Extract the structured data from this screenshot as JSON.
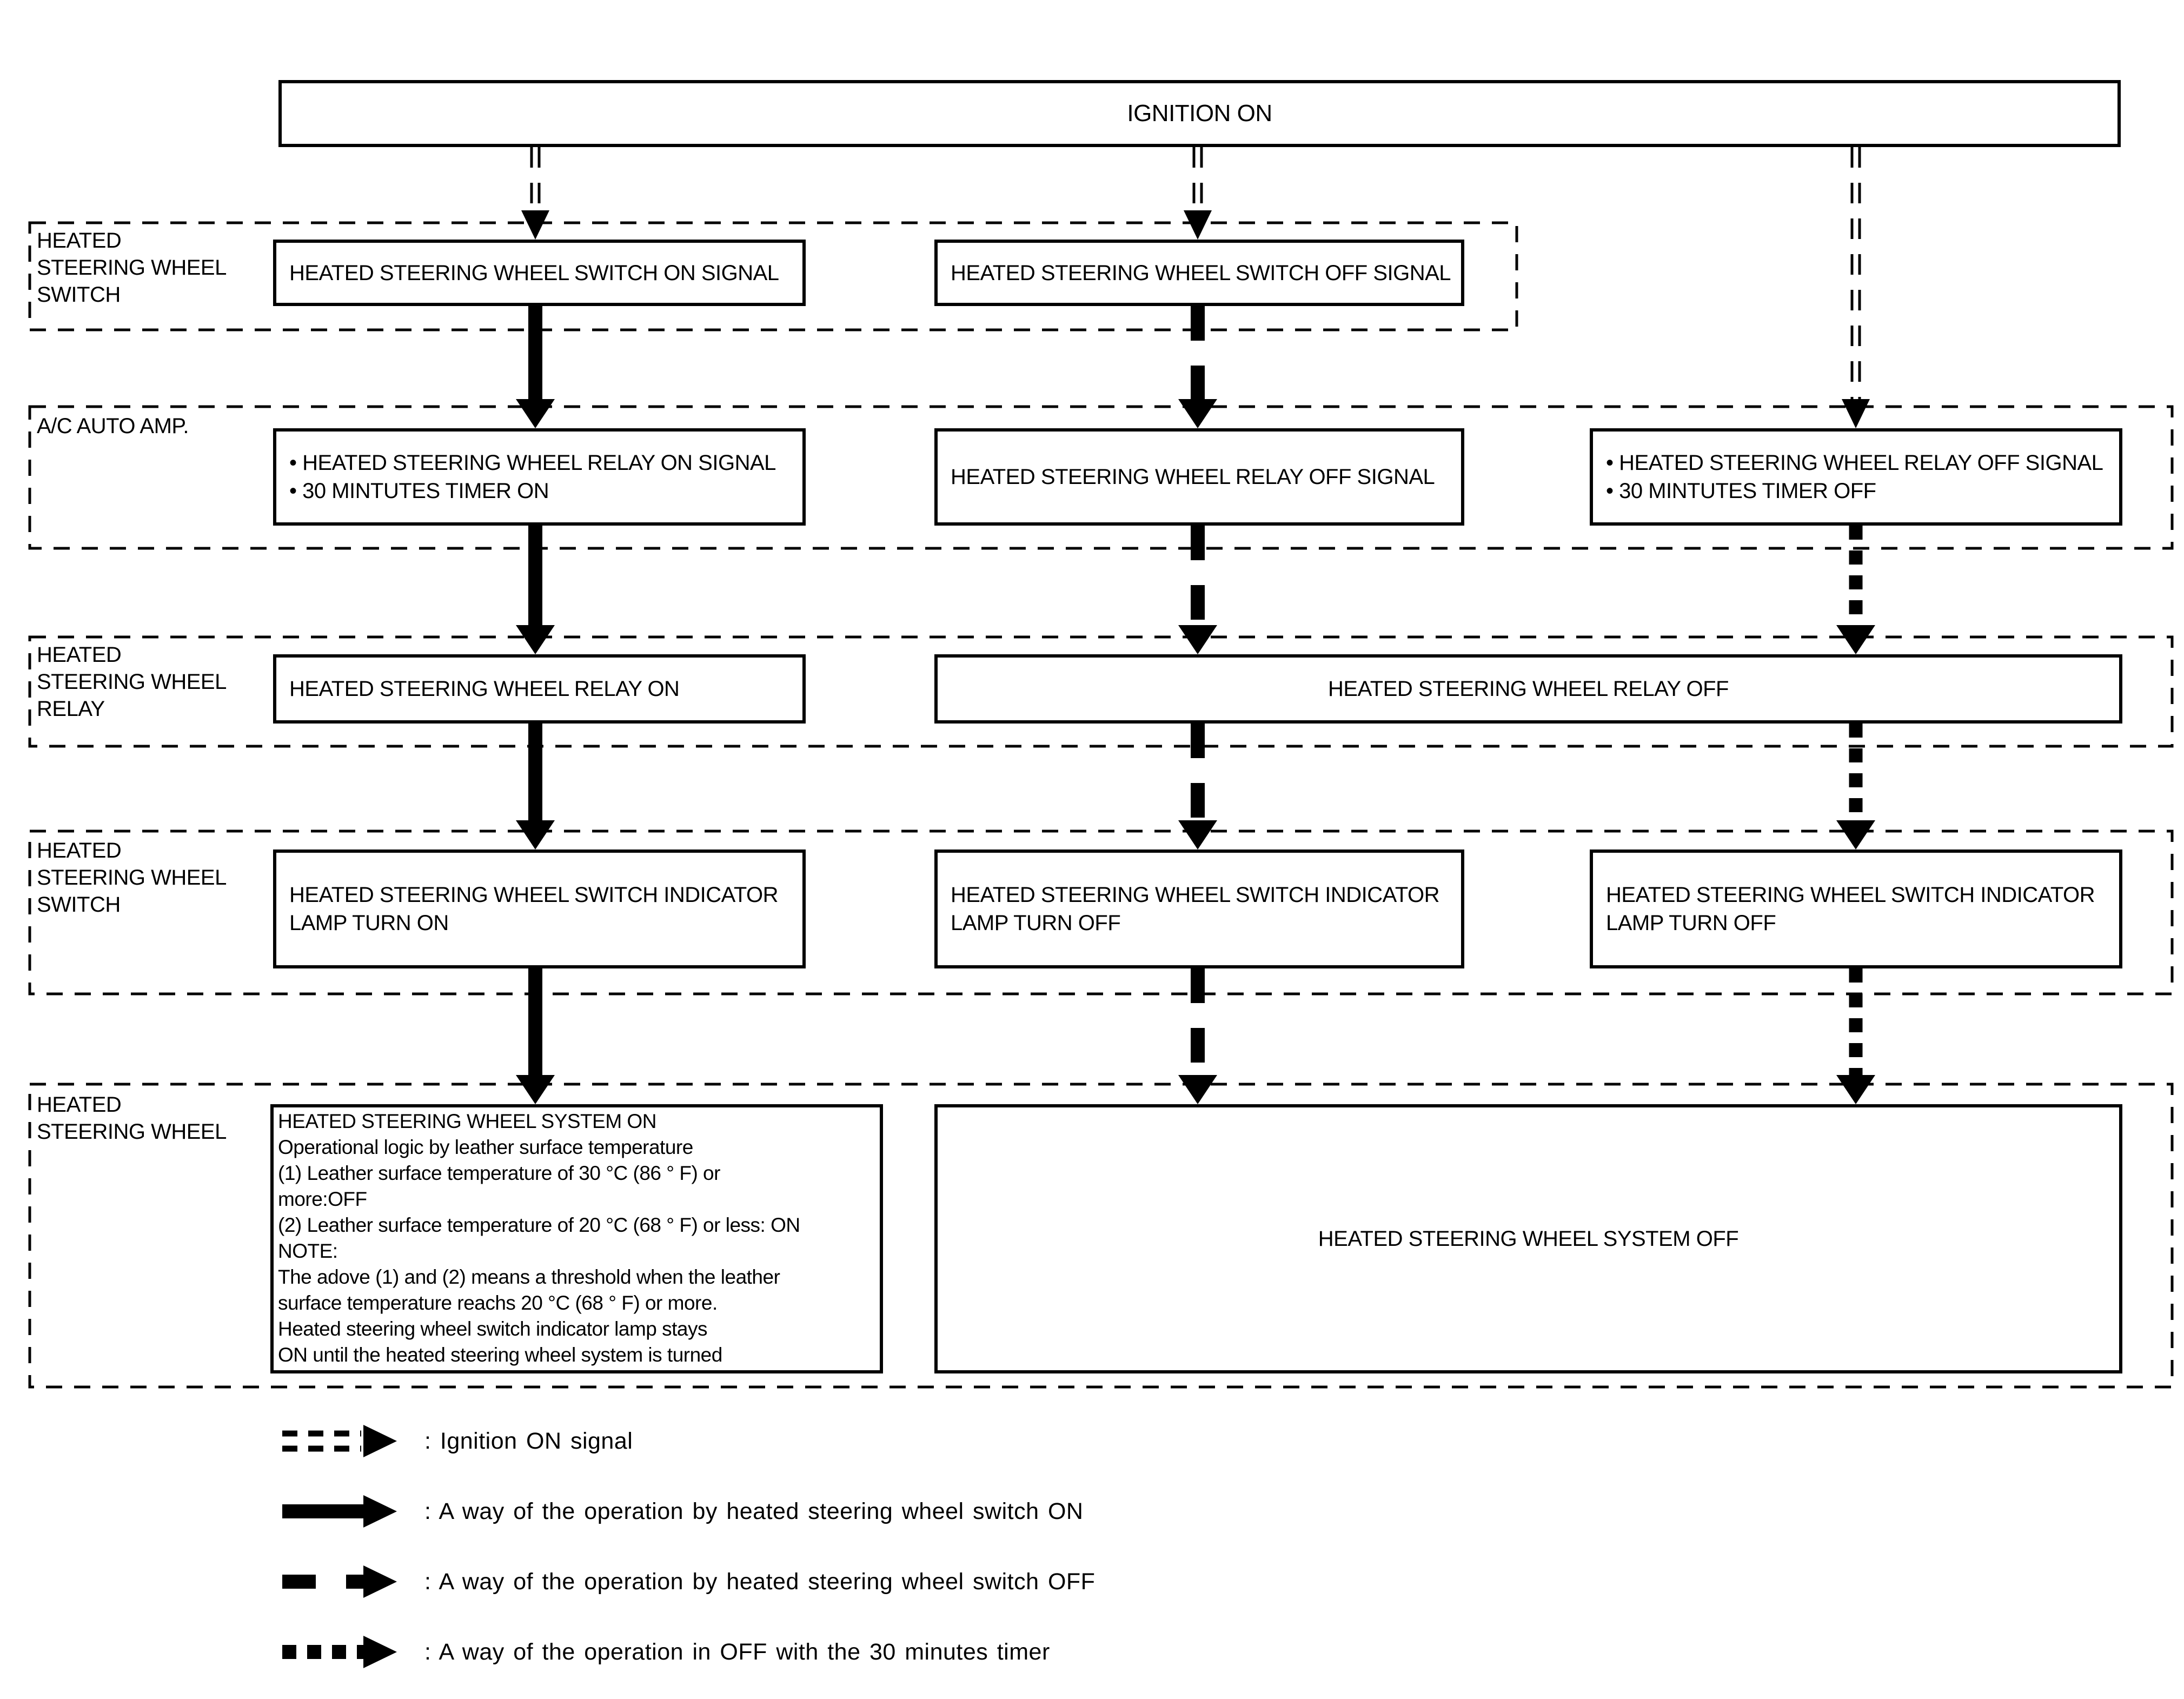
{
  "ignition_label": "IGNITION ON",
  "colors": {
    "ink": "#000000",
    "paper": "#ffffff"
  },
  "groups": [
    {
      "label": "HEATED\nSTEERING WHEEL\nSWITCH",
      "boxes": [
        "HEATED STEERING WHEEL SWITCH ON SIGNAL",
        "HEATED STEERING WHEEL SWITCH OFF SIGNAL"
      ]
    },
    {
      "label": "A/C AUTO AMP.",
      "boxes": [
        "• HEATED STEERING WHEEL RELAY ON SIGNAL\n• 30 MINTUTES TIMER ON",
        "HEATED STEERING WHEEL RELAY OFF SIGNAL",
        "• HEATED STEERING WHEEL RELAY OFF SIGNAL\n• 30 MINTUTES TIMER OFF"
      ]
    },
    {
      "label": "HEATED\nSTEERING WHEEL\nRELAY",
      "boxes": [
        "HEATED STEERING WHEEL RELAY ON",
        "HEATED STEERING WHEEL RELAY OFF"
      ]
    },
    {
      "label": "HEATED\nSTEERING WHEEL\nSWITCH",
      "boxes": [
        "HEATED STEERING WHEEL SWITCH INDICATOR\nLAMP TURN ON",
        "HEATED STEERING WHEEL SWITCH INDICATOR\nLAMP TURN OFF",
        "HEATED STEERING WHEEL SWITCH INDICATOR\nLAMP TURN OFF"
      ]
    },
    {
      "label": "HEATED\nSTEERING WHEEL",
      "boxes": [
        "HEATED STEERING WHEEL SYSTEM ON\nOperational logic by leather surface temperature\n(1) Leather surface temperature of 30 °C (86 ° F) or\nmore:OFF\n(2) Leather surface temperature of 20 °C (68 ° F) or less: ON\nNOTE:\nThe adove (1) and (2) means a threshold when the leather\nsurface temperature reachs 20 °C (68 ° F) or more.\nHeated steering wheel switch indicator lamp stays\nON until the heated steering wheel system is turned",
        "HEATED STEERING WHEEL SYSTEM OFF"
      ]
    }
  ],
  "legend": [
    {
      "name": "ignition-on-signal",
      "label": ": Ignition ON signal"
    },
    {
      "name": "switch-on-operation",
      "label": ": A way of the operation by heated steering wheel switch ON"
    },
    {
      "name": "switch-off-operation",
      "label": ": A way of the operation by heated steering wheel switch OFF"
    },
    {
      "name": "timer-off-operation",
      "label": ": A way of the operation in OFF with the 30 minutes timer"
    }
  ]
}
